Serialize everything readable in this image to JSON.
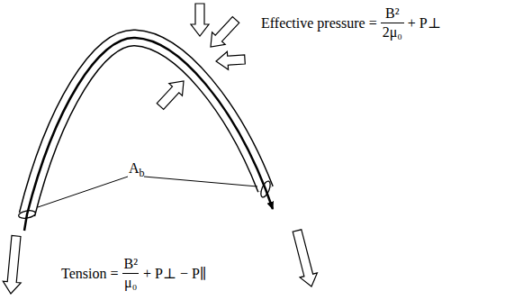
{
  "diagram": {
    "labels": [
      "Effective pressure =",
      "B²",
      "2μ₀",
      "+ P⊥",
      "A",
      "b",
      "Tension =",
      "B²",
      "μ₀",
      "+ P⊥ − P∥"
    ]
  }
}
